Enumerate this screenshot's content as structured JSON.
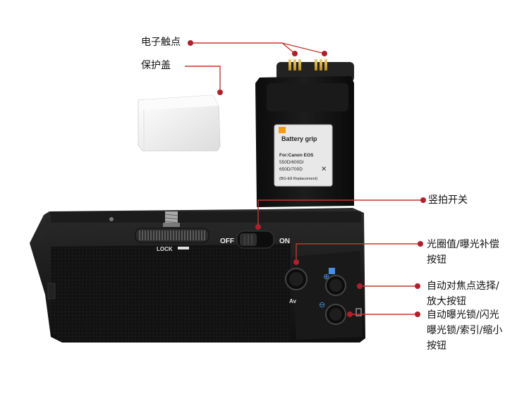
{
  "product": {
    "sticker_title": "Battery grip",
    "sticker_line1": "For:Canon EOS",
    "sticker_line2": "550D/600D/",
    "sticker_line3": "650D/700D",
    "sticker_line4": "(BG-E8 Replacement)",
    "lock_label": "LOCK",
    "switch_off": "OFF",
    "switch_on": "ON",
    "av_label": "Av"
  },
  "callouts": {
    "contacts": "电子触点",
    "cover": "保护盖",
    "switch": "竖拍开关",
    "aperture": [
      "光圈值/曝光补偿",
      "按钮"
    ],
    "af": [
      "自动对焦点选择/",
      "放大按钮"
    ],
    "ae": [
      "自动曝光锁/闪光",
      "曝光锁/索引/缩小",
      "按钮"
    ]
  },
  "colors": {
    "callout_line": "#c0392b",
    "callout_dot": "#b0202a",
    "body": "#151515",
    "sticker": "#e8e8e8",
    "cover": "#f3f3f3"
  }
}
